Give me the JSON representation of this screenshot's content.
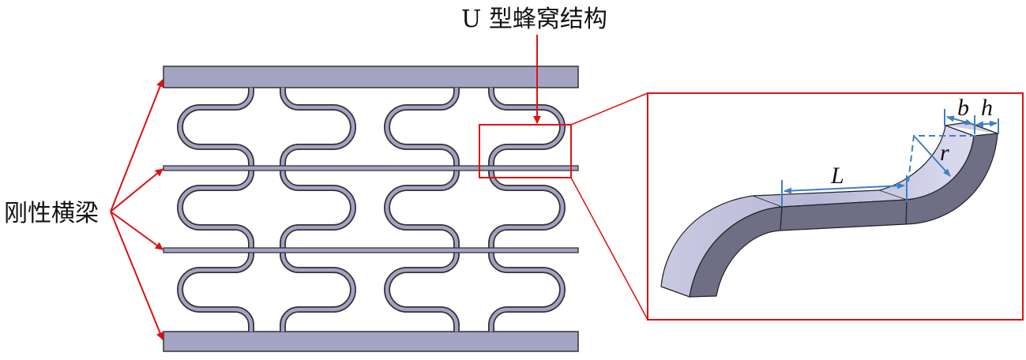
{
  "labels": {
    "structure_title": "U 型蜂窝结构",
    "beam_label": "刚性横梁"
  },
  "dimensions": {
    "length": "L",
    "radius": "r",
    "width": "b",
    "height": "h"
  },
  "colors": {
    "plate": "#a3a3c3",
    "outline": "#333333",
    "annotation": "#e01010",
    "dimension": "#3b7fc4",
    "solid_top": "#cfcfe6",
    "solid_side": "#6e6e84"
  }
}
